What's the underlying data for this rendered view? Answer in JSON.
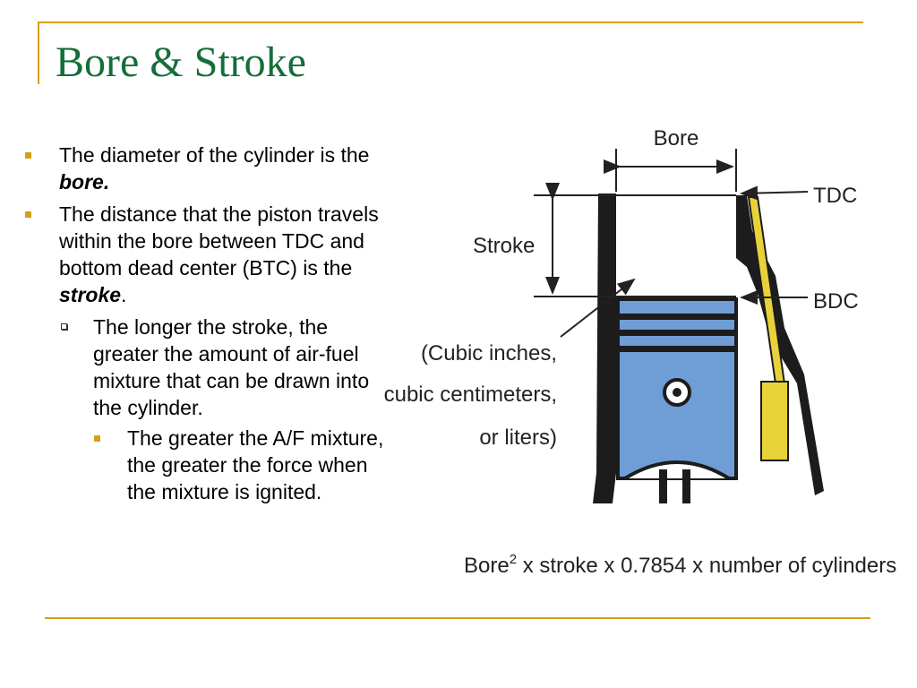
{
  "slide": {
    "title": "Bore & Stroke",
    "bullet1": {
      "text": "The diameter of the cylinder is the ",
      "em": "bore."
    },
    "bullet2": {
      "text": "The distance that the piston travels within the bore between TDC and  bottom dead center (BTC) is the ",
      "em": "stroke",
      "tail": "."
    },
    "sub1": "The longer the stroke, the greater the amount of air-fuel mixture that can be drawn into the cylinder.",
    "subsub1": "The greater the A/F mixture, the greater the force when the mixture is ignited."
  },
  "diagram": {
    "bore_label": "Bore",
    "stroke_label": "Stroke",
    "tdc_label": "TDC",
    "bdc_label": "BDC",
    "volume_line1": "(Cubic inches,",
    "volume_line2": "cubic centimeters,",
    "volume_line3": "or liters)",
    "formula_bore": "Bore",
    "formula_exp": "2",
    "formula_rest": " x stroke x 0.7854 x number of cylinders"
  },
  "colors": {
    "title": "#146e3a",
    "accent": "#d4a017",
    "piston": "#6f9ed6",
    "rod": "#e8d23a"
  }
}
